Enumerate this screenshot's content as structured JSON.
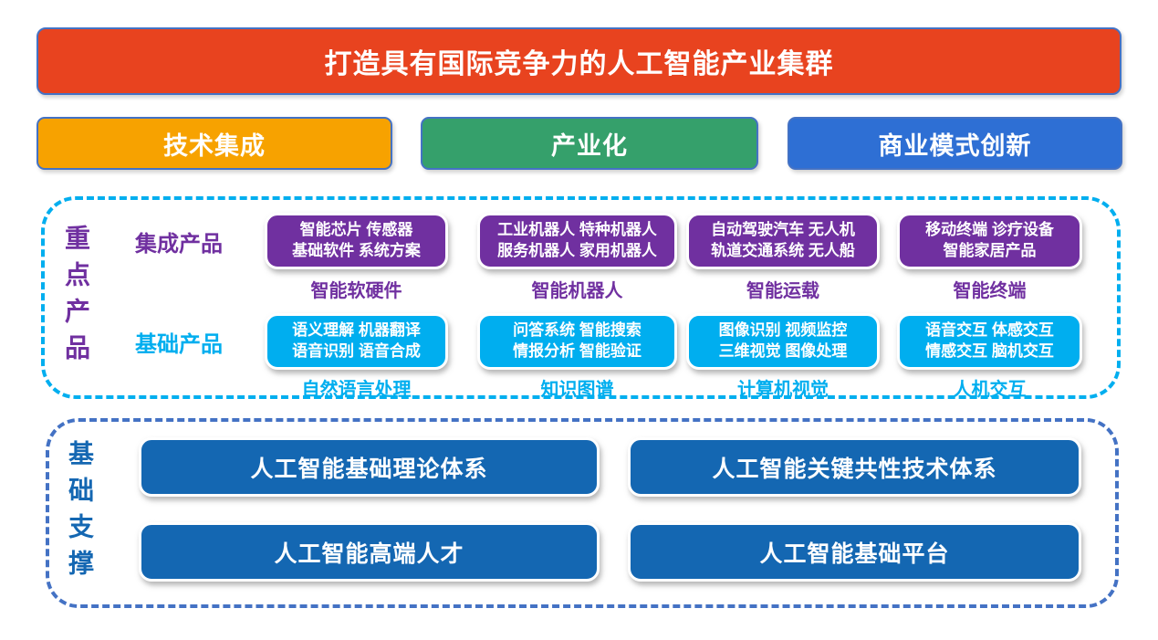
{
  "title_banner": "打造具有国际竞争力的人工智能产业集群",
  "phases": [
    {
      "label": "技术集成"
    },
    {
      "label": "产业化"
    },
    {
      "label": "商业模式创新"
    }
  ],
  "key_products": {
    "side_label": "重点产品",
    "row_labels": {
      "integrated": "集成产品",
      "basic": "基础产品"
    },
    "columns": [
      {
        "integrated_lines": [
          "智能芯片 传感器",
          "基础软件 系统方案"
        ],
        "integrated_caption": "智能软硬件",
        "basic_lines": [
          "语义理解 机器翻译",
          "语音识别 语音合成"
        ],
        "basic_caption": "自然语言处理"
      },
      {
        "integrated_lines": [
          "工业机器人 特种机器人",
          "服务机器人 家用机器人"
        ],
        "integrated_caption": "智能机器人",
        "basic_lines": [
          "问答系统 智能搜索",
          "情报分析 智能验证"
        ],
        "basic_caption": "知识图谱"
      },
      {
        "integrated_lines": [
          "自动驾驶汽车 无人机",
          "轨道交通系统 无人船"
        ],
        "integrated_caption": "智能运载",
        "basic_lines": [
          "图像识别 视频监控",
          "三维视觉 图像处理"
        ],
        "basic_caption": "计算机视觉"
      },
      {
        "integrated_lines": [
          "移动终端 诊疗设备",
          "智能家居产品"
        ],
        "integrated_caption": "智能终端",
        "basic_lines": [
          "语音交互 体感交互",
          "情感交互 脑机交互"
        ],
        "basic_caption": "人机交互"
      }
    ]
  },
  "foundation": {
    "side_label": "基础支撑",
    "boxes": [
      "人工智能基础理论体系",
      "人工智能关键共性技术体系",
      "人工智能高端人才",
      "人工智能基础平台"
    ]
  },
  "colors": {
    "banner_red": "#E8431F",
    "phase_orange": "#F7A200",
    "phase_green": "#35A06B",
    "phase_blue": "#2E6FD4",
    "outline_blue": "#4472C4",
    "purple": "#7030A0",
    "cyan": "#00AEEF",
    "foundation_blue": "#1467B2"
  }
}
